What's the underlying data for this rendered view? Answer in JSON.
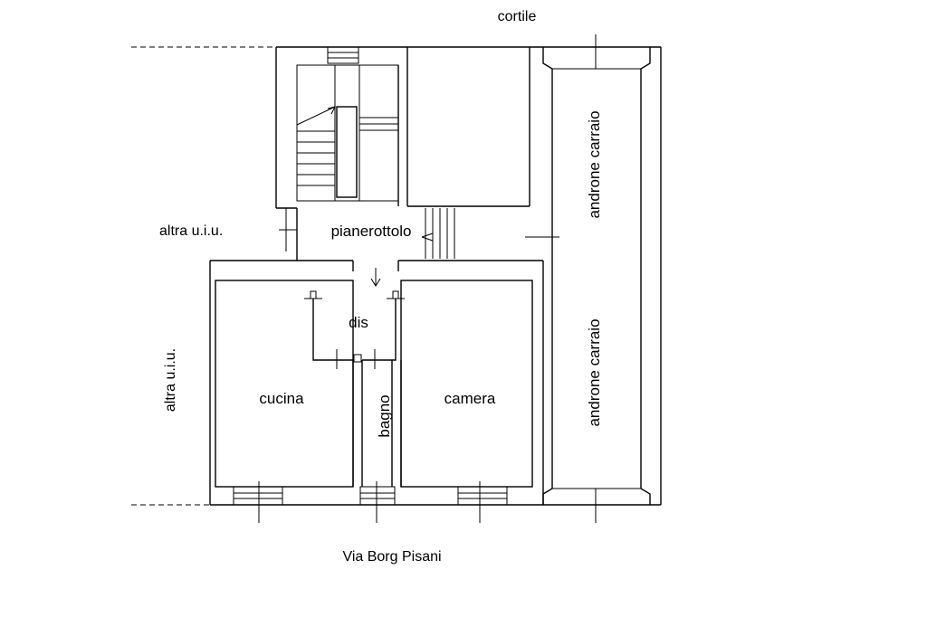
{
  "labels": {
    "courtyard": "cortile",
    "street": "Via Borg Pisani",
    "other_unit_left": "altra  u.i.u.",
    "other_unit_side": "altra  u.i.u.",
    "landing": "pianerottolo",
    "hall": "dis",
    "kitchen": "cucina",
    "bathroom": "bagno",
    "bedroom": "camera",
    "carriage_passage_upper": "androne carraio",
    "carriage_passage_lower": "androne carraio"
  },
  "colors": {
    "line": "#000000",
    "background": "#ffffff"
  }
}
